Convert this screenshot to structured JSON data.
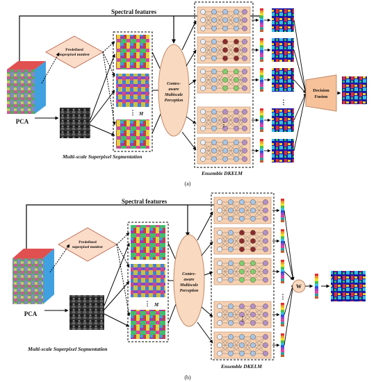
{
  "panels": [
    {
      "id": "a",
      "spectral": "Spectral features",
      "superpixel": "Predefined superpixel number",
      "pca": "PCA",
      "seg_title": "Multi-scale Superpixel Segmentation",
      "m": "M",
      "context": "Contex-aware Multiscale Perception",
      "ensemble": "Ensemble DKELM",
      "fusion": "Decision Fusion",
      "caption": "(a)"
    },
    {
      "id": "b",
      "spectral": "Spectral features",
      "superpixel": "Predefined superpixel number",
      "pca": "PCA",
      "seg_title": "Multi-scale Superpixel Segmentation",
      "m": "M",
      "context": "Contex-aware Multiscale Perception",
      "ensemble": "Ensemble DKELM",
      "w": "W",
      "caption": "(b)"
    }
  ],
  "colors": {
    "orange_bg": "#f6d0b0",
    "ellipse": "#f9d9bf",
    "diamond": "#fbdcc9",
    "fusion": "#f7c29a",
    "node_blue": "#a8c6e8",
    "node_purple": "#b48fc9",
    "node_green": "#7fcf6b",
    "node_darkred": "#8b2b2b"
  },
  "icons": [
    "dots-vertical-icon",
    "arrow-icon"
  ]
}
